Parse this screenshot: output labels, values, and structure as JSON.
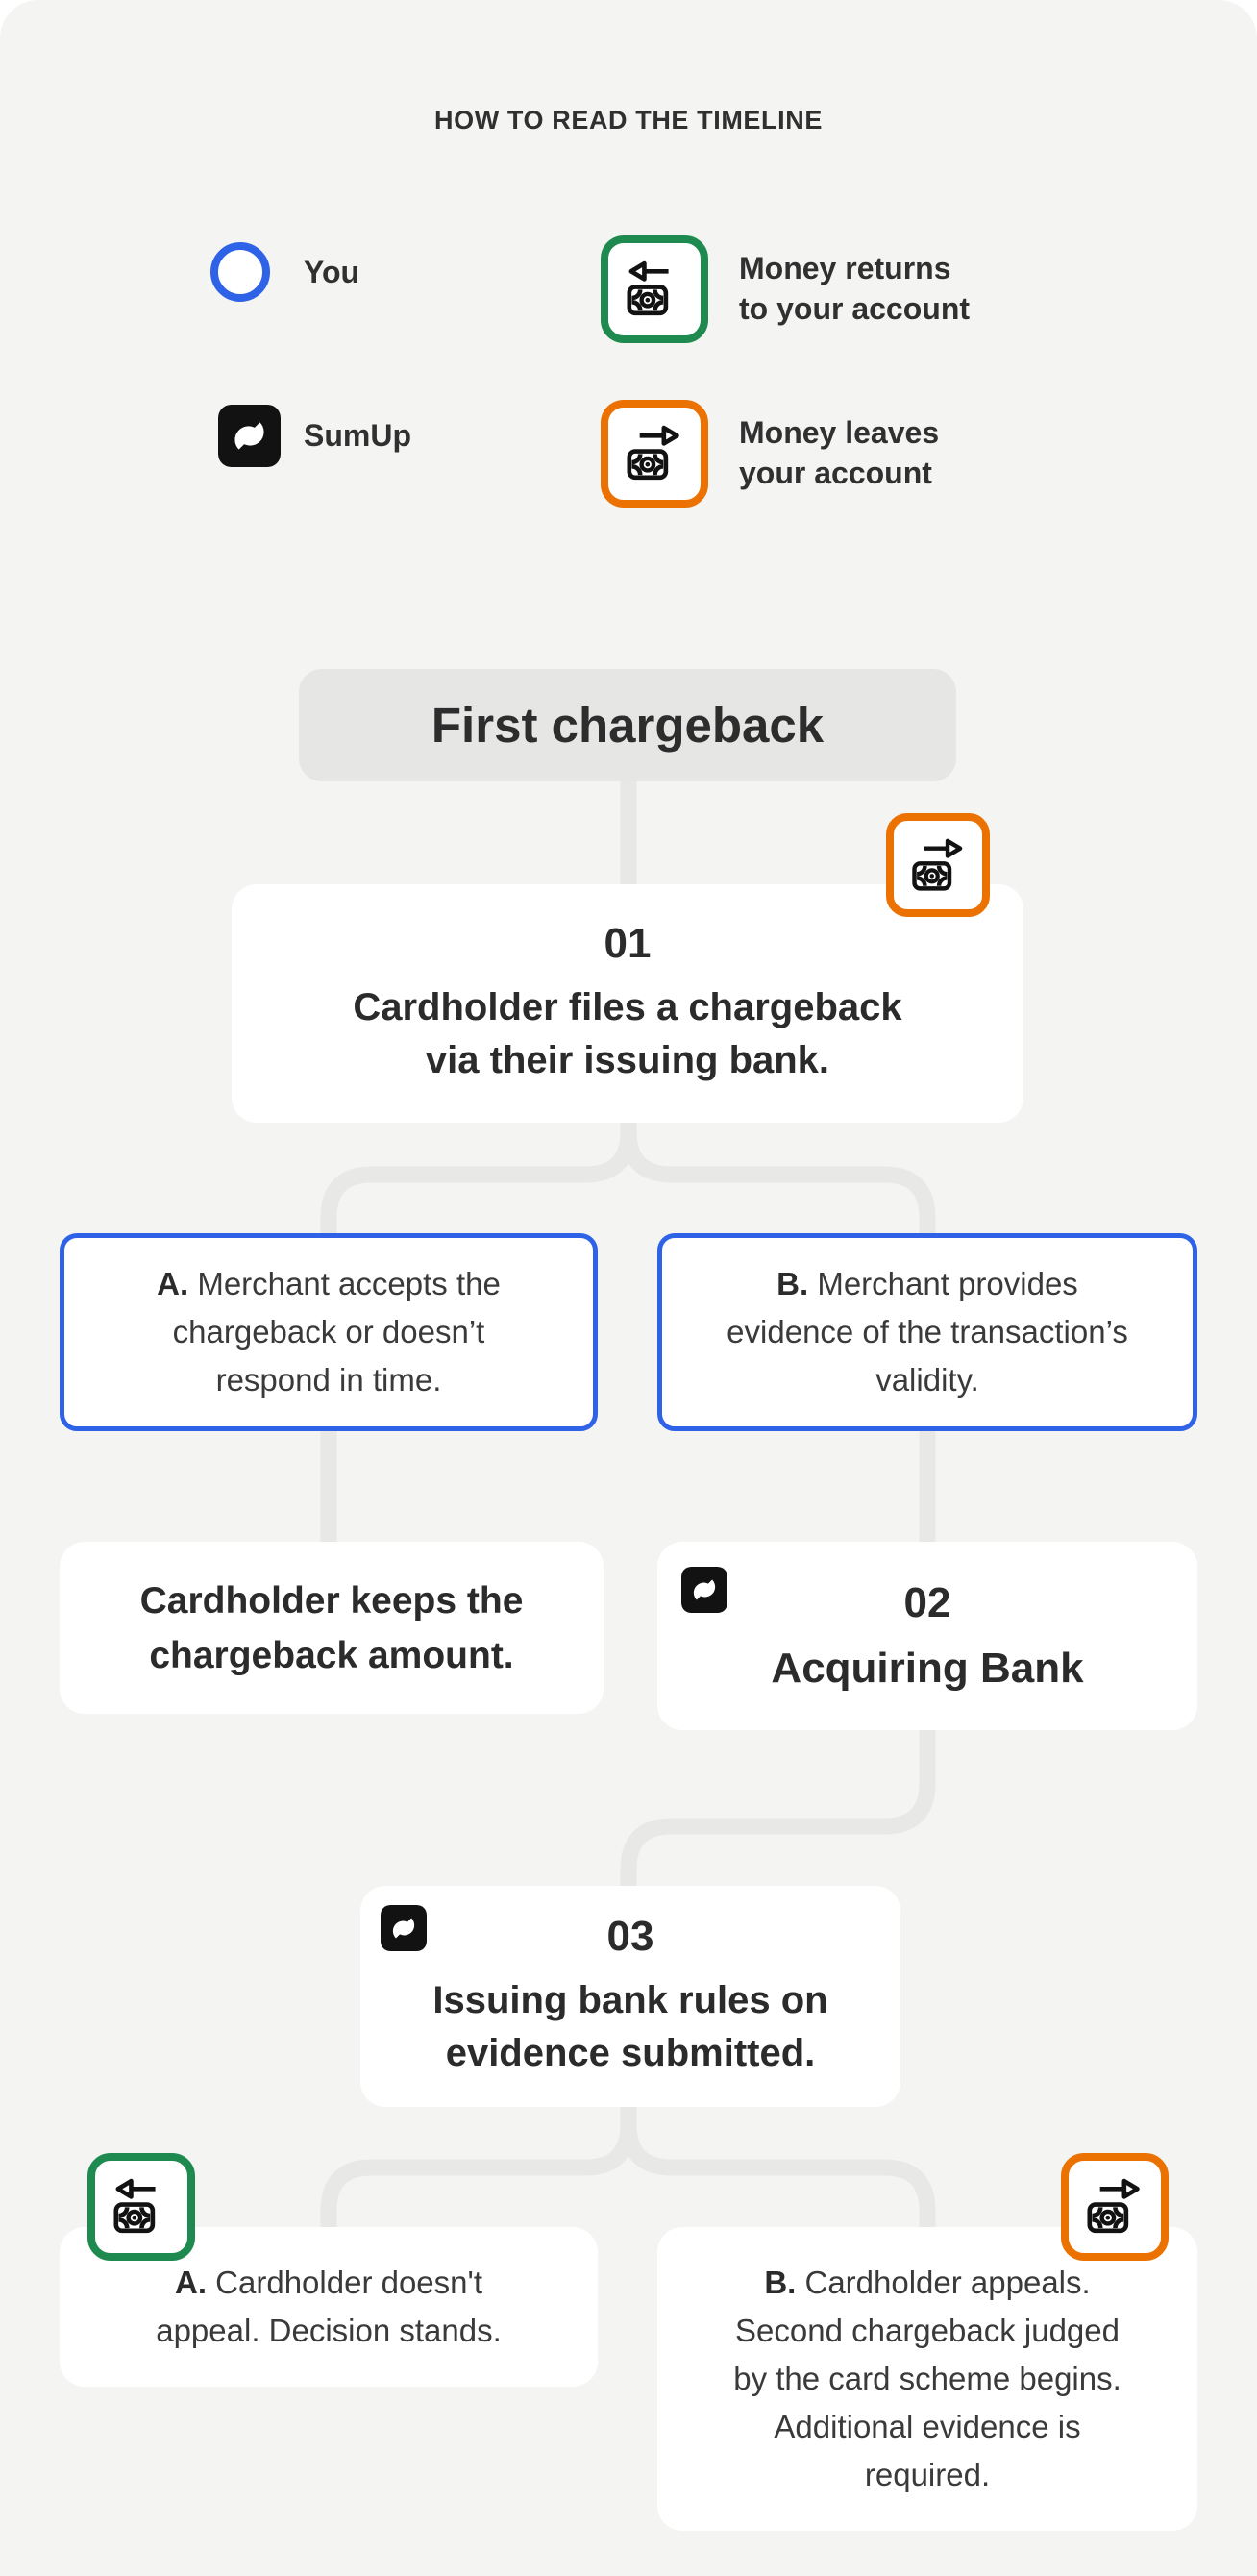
{
  "legend": {
    "title": "HOW TO READ THE TIMELINE",
    "you": {
      "icon": "you-circle-icon",
      "label": "You"
    },
    "sumup": {
      "icon": "sumup-logo-icon",
      "label": "SumUp"
    },
    "money_in": {
      "icon": "money-in-icon",
      "lines": [
        "Money returns",
        "to your account"
      ]
    },
    "money_out": {
      "icon": "money-out-icon",
      "lines": [
        "Money leaves",
        "your account"
      ]
    }
  },
  "timeline": {
    "title": "First chargeback",
    "step01": {
      "number": "01",
      "icon": "money-out-icon",
      "lines": [
        "Cardholder files a chargeback",
        "via their issuing bank."
      ]
    },
    "branch1a": {
      "prefix": "A.",
      "lines": [
        "Merchant accepts the",
        "chargeback or doesn’t",
        "respond in time."
      ]
    },
    "branch1b": {
      "prefix": "B.",
      "lines": [
        "Merchant provides",
        "evidence of the transaction’s",
        "validity."
      ]
    },
    "outcome1a": {
      "lines": [
        "Cardholder keeps the",
        "chargeback amount."
      ]
    },
    "step02": {
      "number": "02",
      "icon": "sumup-logo-icon",
      "title": "Acquiring Bank"
    },
    "step03": {
      "number": "03",
      "icon": "sumup-logo-icon",
      "lines": [
        "Issuing bank rules on",
        "evidence submitted."
      ]
    },
    "branch2a": {
      "prefix": "A.",
      "icon": "money-in-icon",
      "lines": [
        "Cardholder doesn't",
        "appeal. Decision stands."
      ]
    },
    "branch2b": {
      "prefix": "B.",
      "icon": "money-out-icon",
      "lines": [
        "Cardholder appeals.",
        "Second chargeback judged",
        "by the card scheme begins.",
        "Additional evidence is",
        "required."
      ]
    }
  },
  "colors": {
    "background": "#f4f4f3",
    "card": "#ffffff",
    "pill": "#e6e6e5",
    "connector": "#e8e8e6",
    "accent_blue": "#2E63E7",
    "accent_green": "#1E8A4F",
    "accent_orange": "#EB7100",
    "icon_black": "#121212",
    "ink": "#2b2b2b"
  }
}
